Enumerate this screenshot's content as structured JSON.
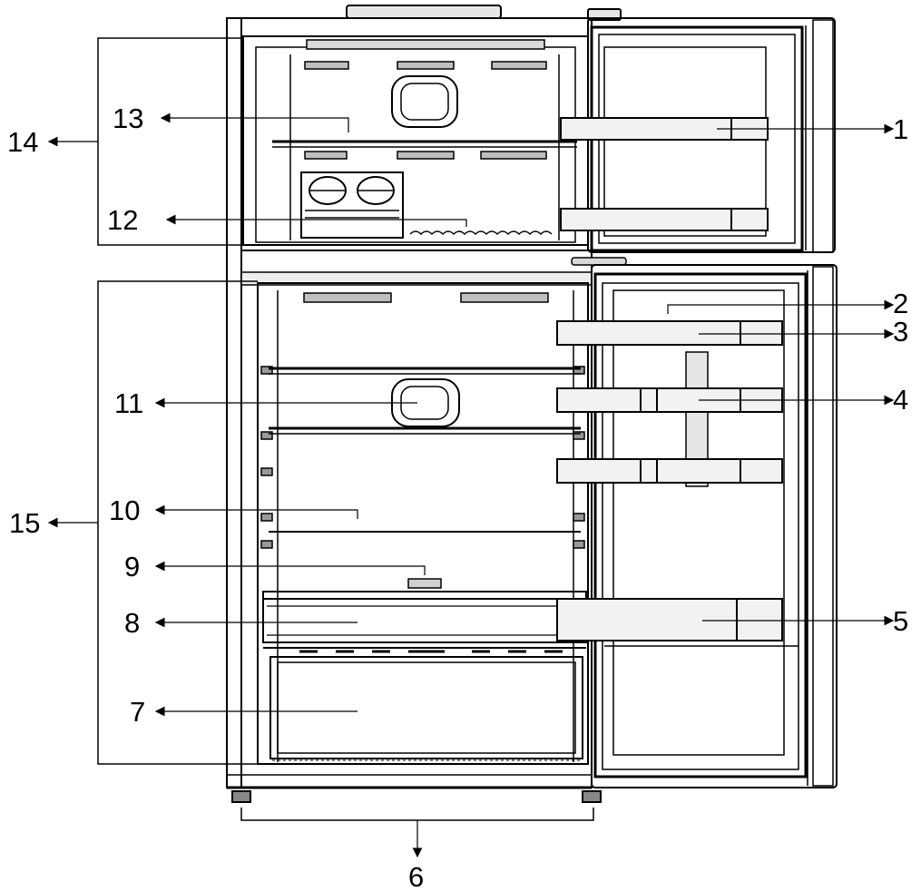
{
  "diagram": {
    "callouts": [
      {
        "id": "1",
        "label": "1"
      },
      {
        "id": "2",
        "label": "2"
      },
      {
        "id": "3",
        "label": "3"
      },
      {
        "id": "4",
        "label": "4"
      },
      {
        "id": "5",
        "label": "5"
      },
      {
        "id": "6",
        "label": "6"
      },
      {
        "id": "7",
        "label": "7"
      },
      {
        "id": "8",
        "label": "8"
      },
      {
        "id": "9",
        "label": "9"
      },
      {
        "id": "10",
        "label": "10"
      },
      {
        "id": "11",
        "label": "11"
      },
      {
        "id": "12",
        "label": "12"
      },
      {
        "id": "13",
        "label": "13"
      },
      {
        "id": "14",
        "label": "14"
      },
      {
        "id": "15",
        "label": "15"
      }
    ],
    "colors": {
      "line": "#000000",
      "light_line": "#6b6b6b",
      "shade": "#d9d9d9",
      "background": "#ffffff"
    }
  }
}
